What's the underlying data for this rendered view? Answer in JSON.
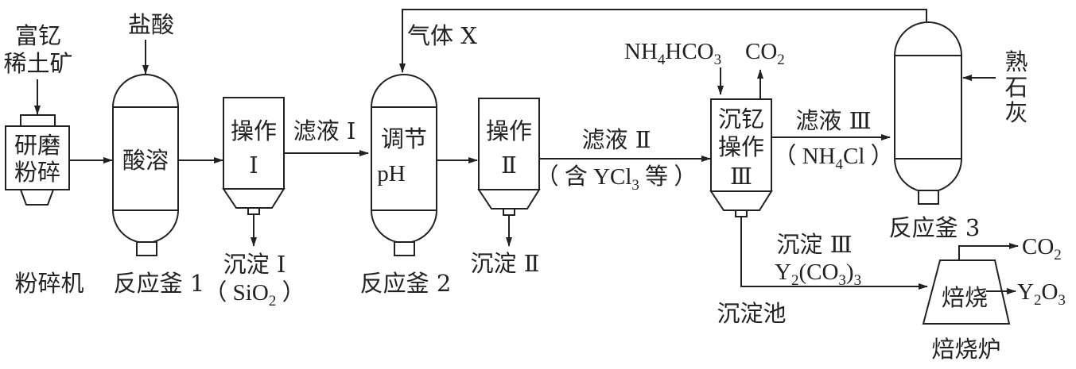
{
  "diagram": {
    "type": "chemical-process-flow",
    "equipment": {
      "crusher": {
        "inner_label": [
          "研磨",
          "粉碎"
        ],
        "caption": "粉碎机"
      },
      "reactor1": {
        "inner_label": "酸溶",
        "caption": "反应釜 1"
      },
      "op1": {
        "inner_label": [
          "操作",
          "Ⅰ"
        ]
      },
      "reactor2": {
        "inner_label": [
          "调节",
          "pH"
        ],
        "caption": "反应釜 2"
      },
      "op2": {
        "inner_label": [
          "操作",
          "Ⅱ"
        ]
      },
      "op3": {
        "inner_label": [
          "沉钇",
          "操作",
          "Ⅲ"
        ],
        "caption": "沉淀池"
      },
      "reactor3": {
        "caption": "反应釜 3"
      },
      "furnace": {
        "inner_label": "焙烧",
        "caption": "焙烧炉"
      }
    },
    "streams": {
      "ore_in": [
        "富钇",
        "稀土矿"
      ],
      "acid_in": "盐酸",
      "filtrate1": "滤液 Ⅰ",
      "precip1": "沉淀 Ⅰ",
      "precip1_formula": {
        "open": "（ SiO",
        "sub": "2",
        "close": " ）"
      },
      "gas_x": "气体 X",
      "filtrate2": "滤液 Ⅱ",
      "filtrate2_note": {
        "open": "（ 含 YCl",
        "sub": "3",
        "close": " 等 ）"
      },
      "precip2": "沉淀 Ⅱ",
      "nh4hco3": {
        "a": "NH",
        "s1": "4",
        "b": "HCO",
        "s2": "3"
      },
      "co2_out1": {
        "a": "CO",
        "s": "2"
      },
      "filtrate3": "滤液 Ⅲ",
      "filtrate3_note": {
        "open": "（ NH",
        "sub": "4",
        "close": "Cl ）"
      },
      "lime_in": [
        "熟",
        "石",
        "灰"
      ],
      "precip3": "沉淀 Ⅲ",
      "precip3_formula": {
        "a": "Y",
        "s1": "2",
        "b": "(CO",
        "s2": "3",
        "c": ")",
        "s3": "3"
      },
      "co2_out2": {
        "a": "CO",
        "s": "2"
      },
      "product": {
        "a": "Y",
        "s1": "2",
        "b": "O",
        "s2": "3"
      }
    }
  }
}
